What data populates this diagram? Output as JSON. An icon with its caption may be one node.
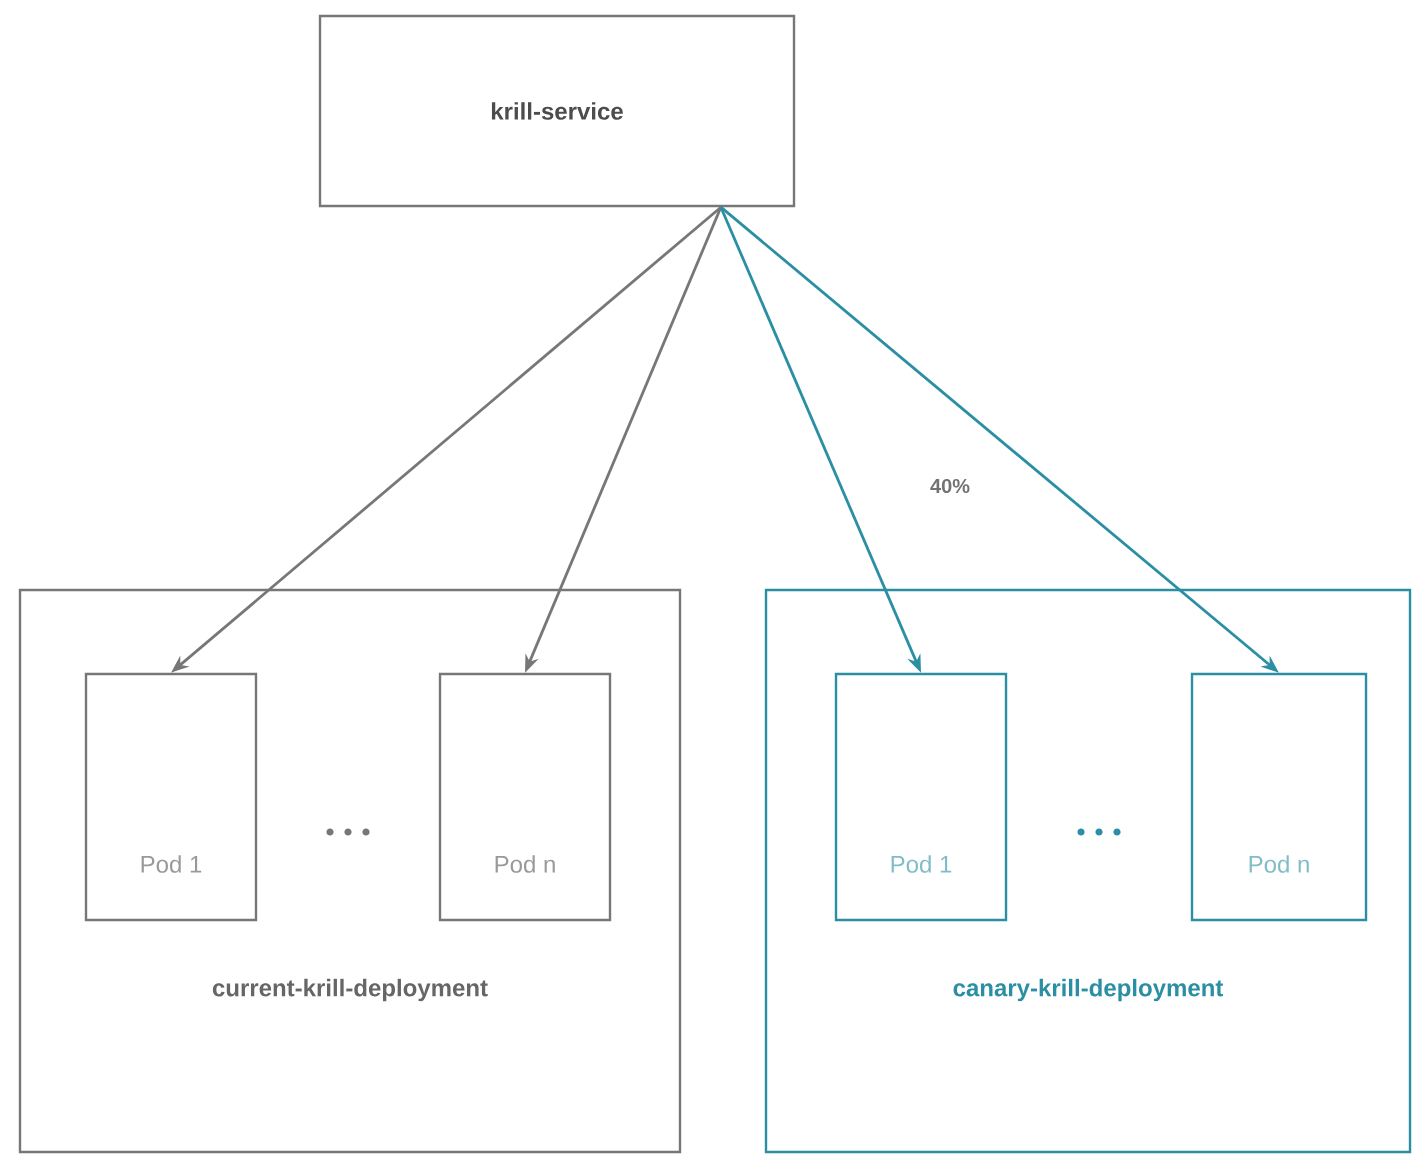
{
  "diagram": {
    "nodes": [
      {
        "text": [
          "krill-service"
        ]
      },
      {
        "text": [
          "current-krill-deployment"
        ]
      },
      {
        "text": [
          "Pod 1"
        ],
        "in": 1
      },
      {
        "text": [
          "Pod n"
        ],
        "in": 1
      },
      {
        "text": [
          "canary-krill-deployment"
        ]
      },
      {
        "text": [
          "Pod 1"
        ],
        "in": 4
      },
      {
        "text": [
          "Pod n"
        ],
        "in": 4
      }
    ],
    "edges": [
      {
        "from": 0,
        "to": 2,
        "arrow": "to"
      },
      {
        "from": 0,
        "to": 3,
        "arrow": "to"
      },
      {
        "from": 0,
        "to": 5,
        "arrow": "to",
        "color": "#2b8fa3"
      },
      {
        "from": 0,
        "to": 6,
        "arrow": "to",
        "color": "#2b8fa3"
      }
    ],
    "labels": [
      "40%"
    ]
  }
}
